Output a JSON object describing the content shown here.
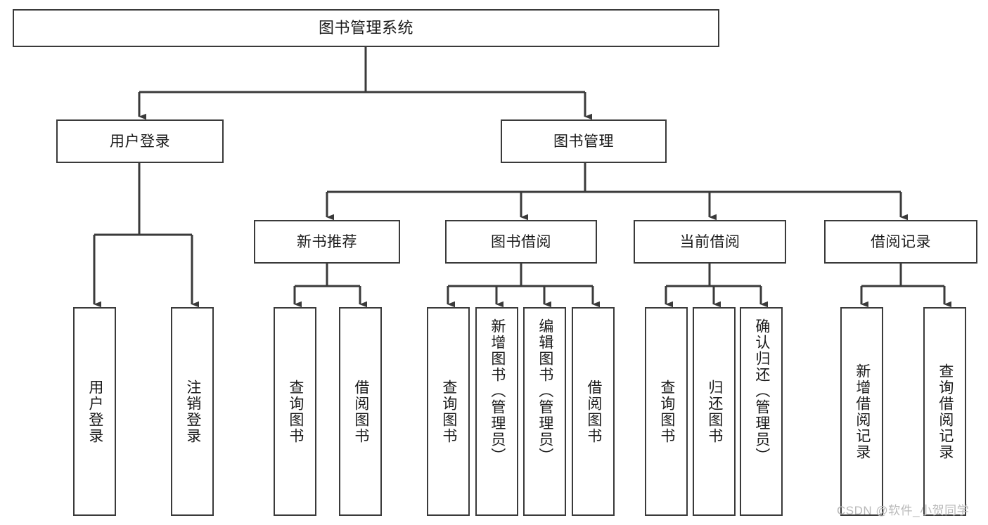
{
  "diagram": {
    "type": "hierarchy-tree",
    "title": "图书管理系统",
    "root": {
      "id": "root",
      "label": "图书管理系统"
    },
    "level2": [
      {
        "id": "user-login",
        "label": "用户登录"
      },
      {
        "id": "book-management",
        "label": "图书管理"
      }
    ],
    "level3": [
      {
        "id": "new-book-recommend",
        "label": "新书推荐",
        "parent": "book-management"
      },
      {
        "id": "book-borrow",
        "label": "图书借阅",
        "parent": "book-management"
      },
      {
        "id": "current-borrow",
        "label": "当前借阅",
        "parent": "book-management"
      },
      {
        "id": "borrow-record",
        "label": "借阅记录",
        "parent": "book-management"
      }
    ],
    "leaves": [
      {
        "id": "leaf-user-login",
        "label": "用户登录",
        "parent": "user-login"
      },
      {
        "id": "leaf-logout-login",
        "label": "注销登录",
        "parent": "user-login"
      },
      {
        "id": "leaf-query-book-1",
        "label": "查询图书",
        "parent": "new-book-recommend"
      },
      {
        "id": "leaf-borrow-book-1",
        "label": "借阅图书",
        "parent": "new-book-recommend"
      },
      {
        "id": "leaf-query-book-2",
        "label": "查询图书",
        "parent": "book-borrow"
      },
      {
        "id": "leaf-add-book",
        "label": "新增图书（管理员）",
        "parent": "book-borrow"
      },
      {
        "id": "leaf-edit-book",
        "label": "编辑图书（管理员）",
        "parent": "book-borrow"
      },
      {
        "id": "leaf-borrow-book-2",
        "label": "借阅图书",
        "parent": "book-borrow"
      },
      {
        "id": "leaf-query-book-3",
        "label": "查询图书",
        "parent": "current-borrow"
      },
      {
        "id": "leaf-return-book",
        "label": "归还图书",
        "parent": "current-borrow"
      },
      {
        "id": "leaf-confirm-return",
        "label": "确认归还（管理员）",
        "parent": "current-borrow"
      },
      {
        "id": "leaf-add-record",
        "label": "新增借阅记录",
        "parent": "borrow-record"
      },
      {
        "id": "leaf-query-record",
        "label": "查询借阅记录",
        "parent": "borrow-record"
      }
    ],
    "colors": {
      "border": "#3a3a3a",
      "text": "#1a1a1a",
      "background": "#ffffff",
      "watermark": "#b9b9b9"
    }
  },
  "watermark": {
    "text": "CSDN @软件_小贺同学"
  }
}
